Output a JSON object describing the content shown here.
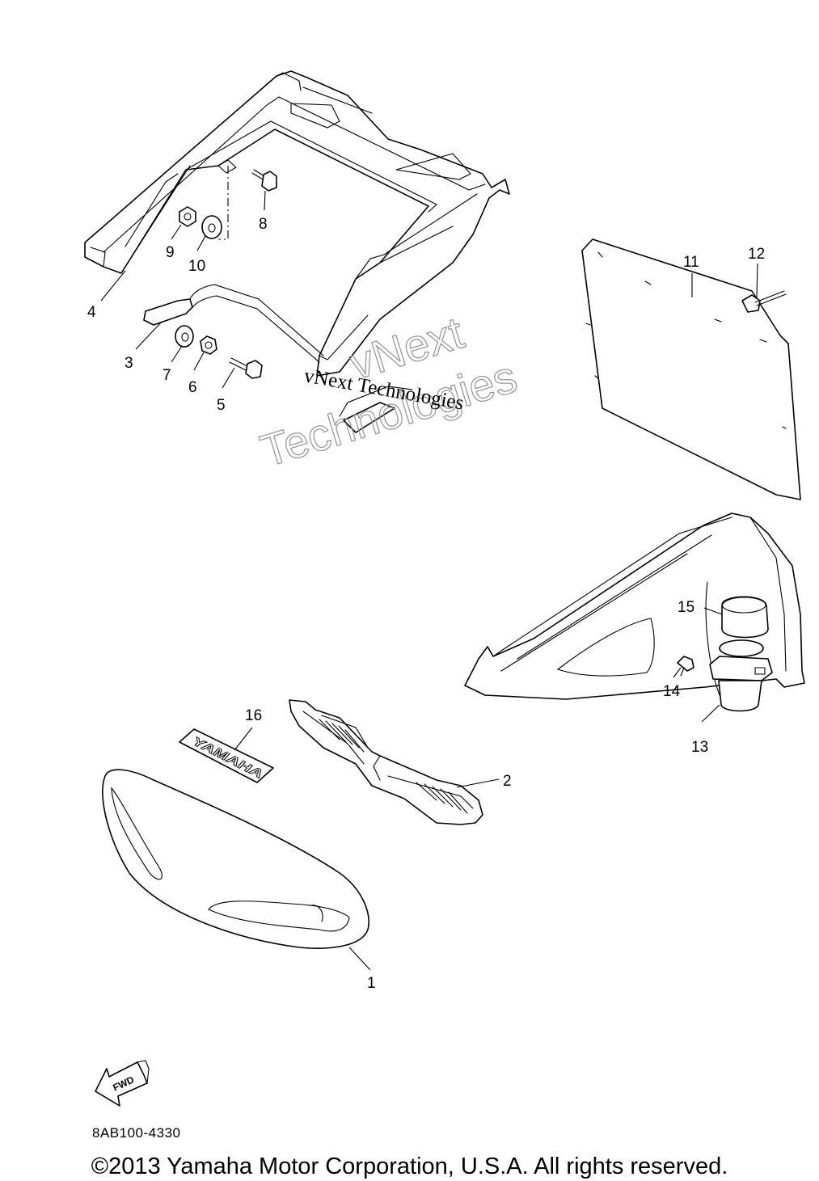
{
  "callouts": [
    "1",
    "2",
    "3",
    "4",
    "5",
    "6",
    "7",
    "8",
    "9",
    "10",
    "11",
    "12",
    "13",
    "14",
    "15",
    "16"
  ],
  "decal_text": "YAMAHA",
  "fwd_label": "FWD",
  "watermark": {
    "outline_line1": "vNext",
    "outline_line2": "Technologies",
    "serif_text": "vNext Technologies"
  },
  "diagram_code": "8AB100-4330",
  "copyright": "©2013 Yamaha Motor Corporation, U.S.A. All rights reserved."
}
